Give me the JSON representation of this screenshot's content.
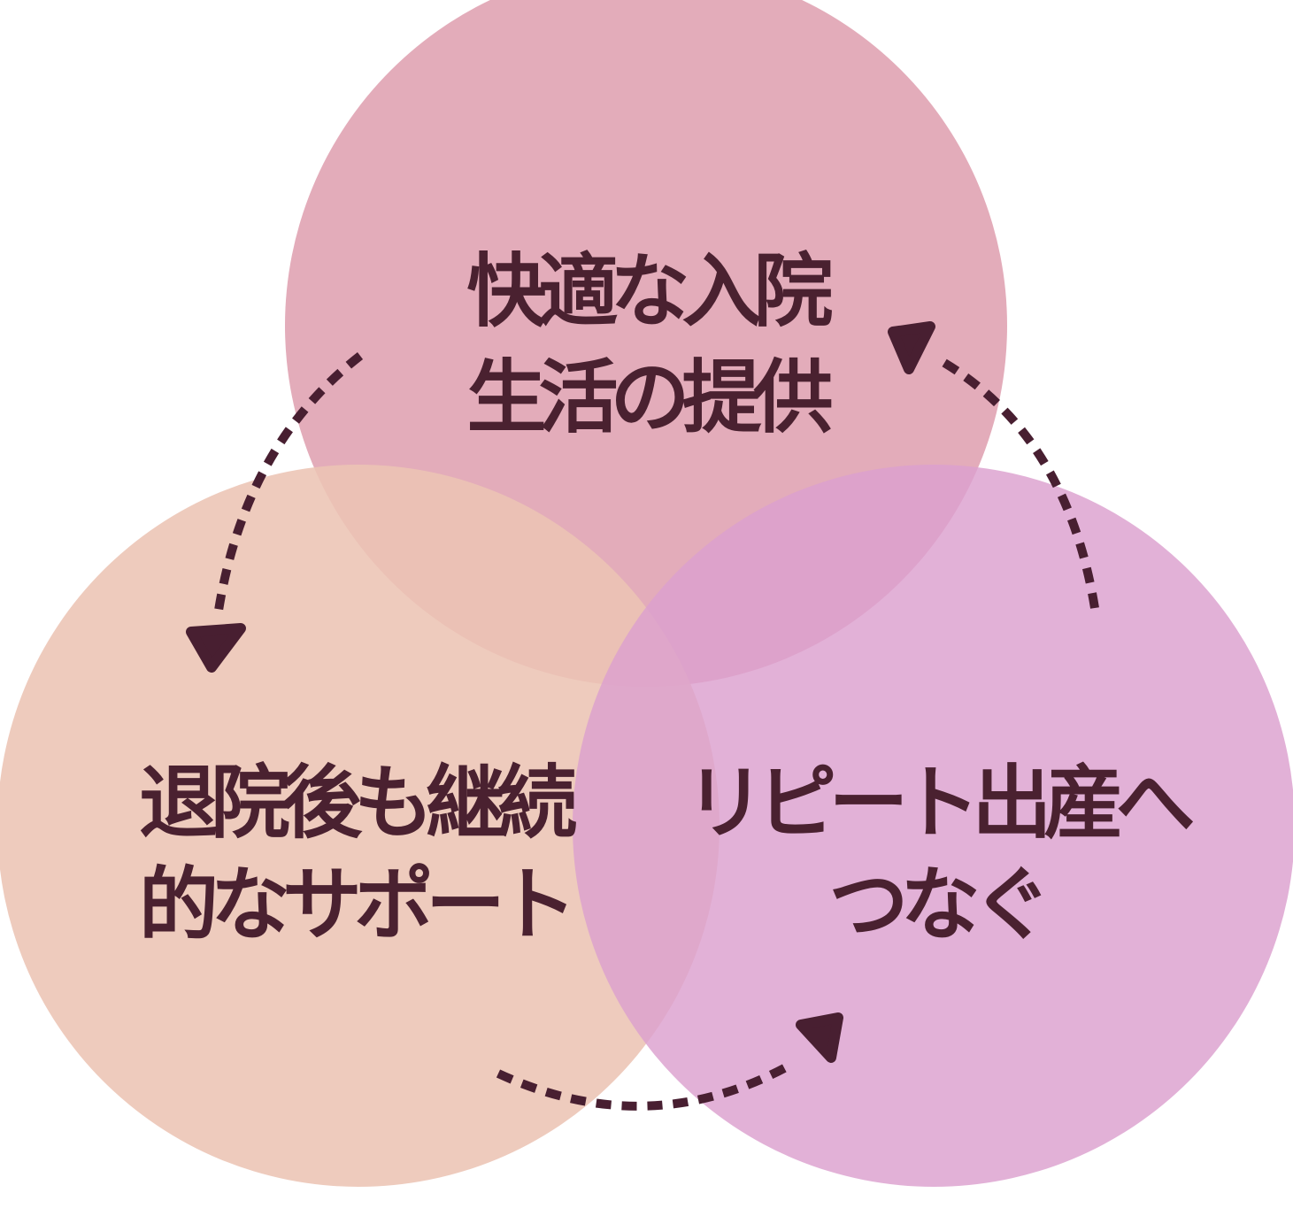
{
  "diagram": {
    "type": "venn-cycle",
    "circles": {
      "top": {
        "lines": [
          "快適な入院",
          "生活の提供"
        ]
      },
      "left": {
        "lines": [
          "退院後も継続",
          "的なサポート"
        ]
      },
      "right": {
        "lines": [
          "リピート出産へ",
          "つなぐ"
        ]
      }
    },
    "arrows": [
      {
        "name": "top-to-left",
        "style": "dashed-arc"
      },
      {
        "name": "left-to-right",
        "style": "dashed-arc"
      },
      {
        "name": "right-to-top",
        "style": "dashed-arc"
      }
    ]
  },
  "palette": {
    "bg": "#ffffff",
    "circle-top": "#e3acba",
    "circle-left": "rgba(236,196,180,0.88)",
    "circle-right": "rgba(220,160,206,0.82)",
    "ink": "#4a2130",
    "arrow": "#481f31"
  }
}
